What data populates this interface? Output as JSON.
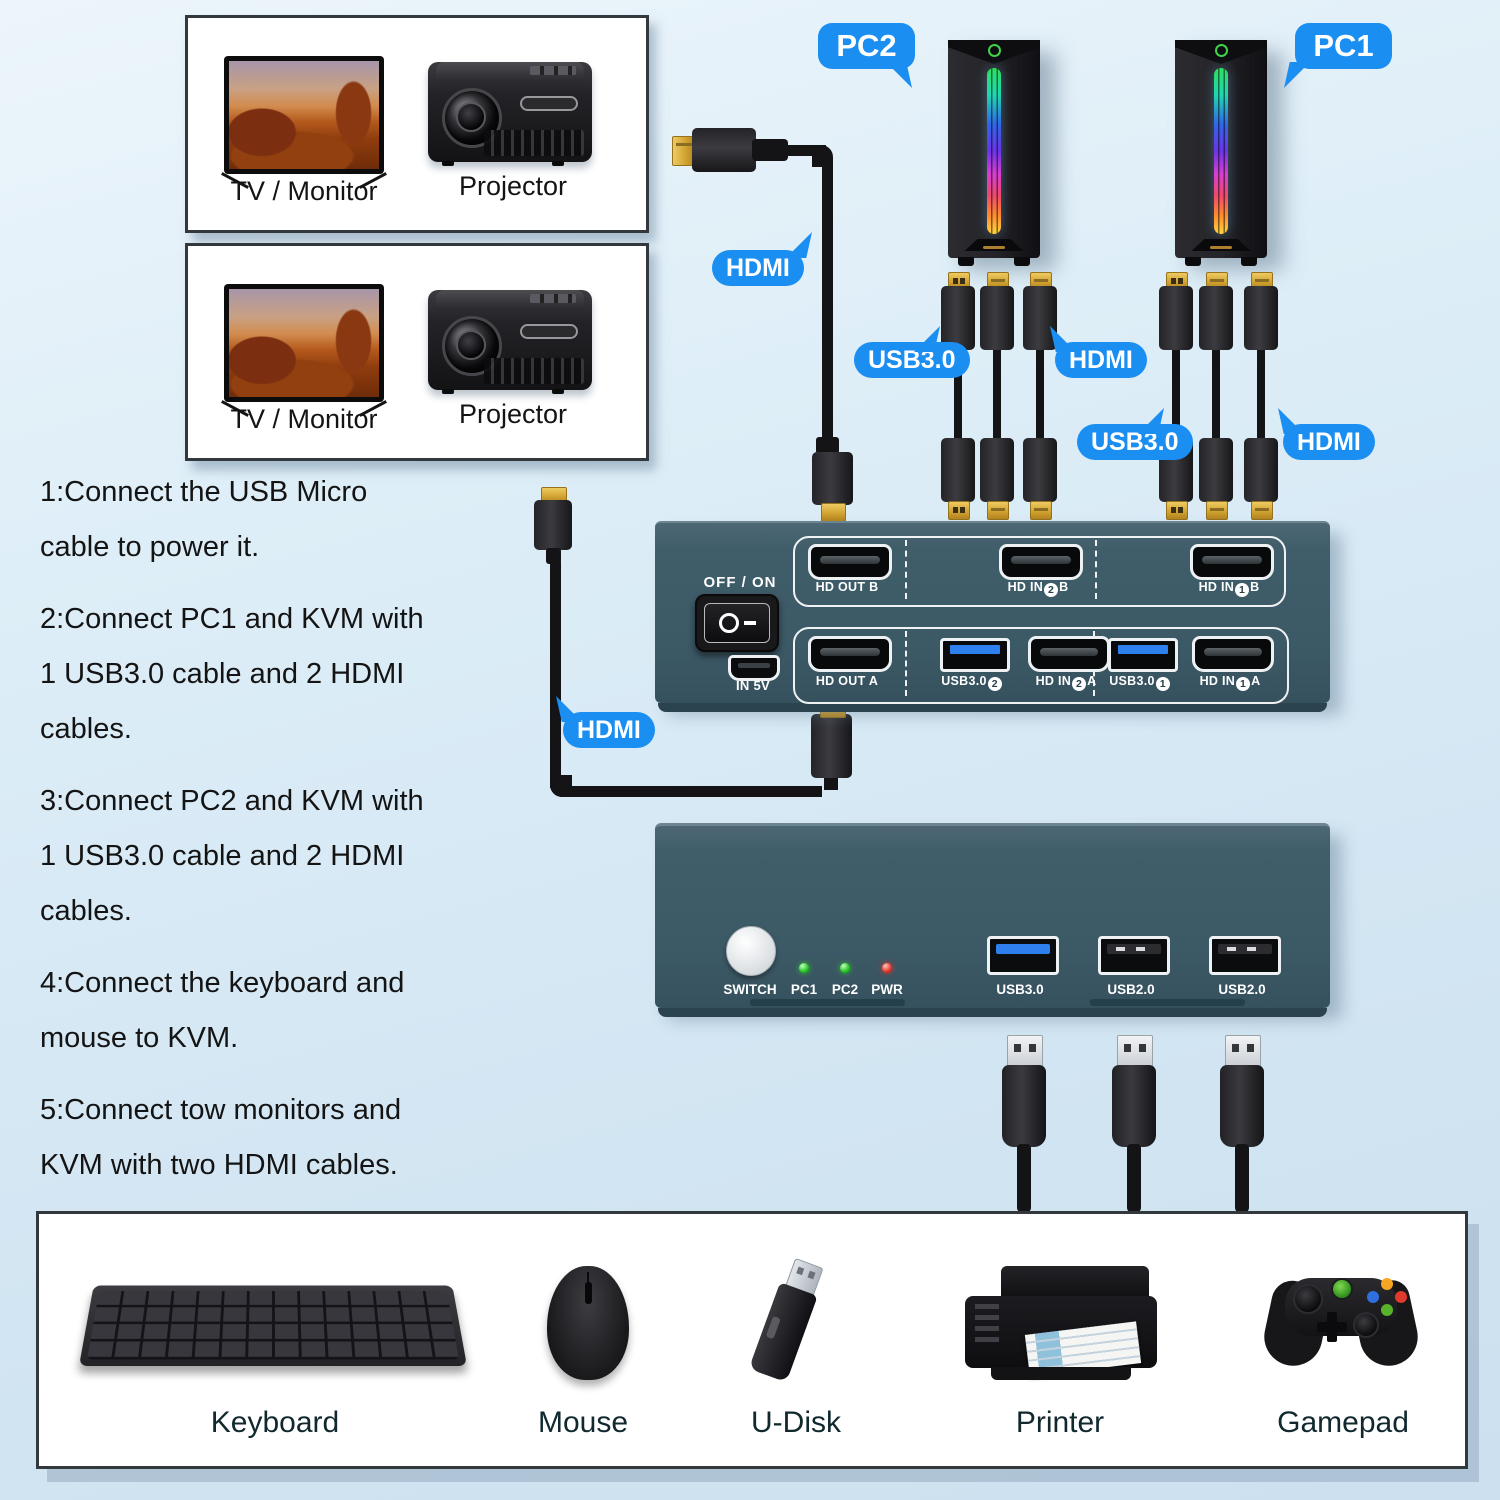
{
  "monitor_boxes": [
    {
      "tv_label": "TV / Monitor",
      "projector_label": "Projector"
    },
    {
      "tv_label": "TV / Monitor",
      "projector_label": "Projector"
    }
  ],
  "pc_bubbles": {
    "pc2": "PC2",
    "pc1": "PC1"
  },
  "callouts": {
    "hdmi_top": "HDMI",
    "pc2_usb": "USB3.0",
    "pc2_hdmi": "HDMI",
    "pc1_usb": "USB3.0",
    "pc1_hdmi": "HDMI",
    "hdmi_out": "HDMI"
  },
  "kvm_top_view": {
    "power_switch_label": "OFF / ON",
    "power_in_label": "IN 5V",
    "row_b": {
      "out": {
        "label": "HD OUT B"
      },
      "in2": {
        "prefix": "HD IN",
        "num": "2",
        "suffix": "B"
      },
      "in1": {
        "prefix": "HD IN",
        "num": "1",
        "suffix": "B"
      }
    },
    "row_a": {
      "out": {
        "label": "HD OUT A"
      },
      "usb2": {
        "prefix": "USB3.0",
        "num": "2"
      },
      "in2": {
        "prefix": "HD IN",
        "num": "2",
        "suffix": "A"
      },
      "usb1": {
        "prefix": "USB3.0",
        "num": "1"
      },
      "in1": {
        "prefix": "HD IN",
        "num": "1",
        "suffix": "A"
      }
    }
  },
  "kvm_front_view": {
    "switch_label": "SWITCH",
    "led_labels": [
      "PC1",
      "PC2",
      "PWR"
    ],
    "port_labels": [
      "USB3.0",
      "USB2.0",
      "USB2.0"
    ]
  },
  "instructions": [
    "1:Connect the USB Micro cable to power it.",
    "2:Connect PC1 and KVM with 1 USB3.0 cable and 2 HDMI cables.",
    "3:Connect PC2 and KVM with 1 USB3.0 cable and 2 HDMI cables.",
    "4:Connect the keyboard and mouse to KVM.",
    "5:Connect tow monitors and KVM with two HDMI cables."
  ],
  "peripheral_labels": [
    "Keyboard",
    "Mouse",
    "U-Disk",
    "Printer",
    "Gamepad"
  ],
  "colors": {
    "accent_blue": "#1b8ef2",
    "device_body": "#3e5b68",
    "led_green": "#22c41e",
    "led_red": "#e23428",
    "usb3_blue": "#2f80ef"
  }
}
